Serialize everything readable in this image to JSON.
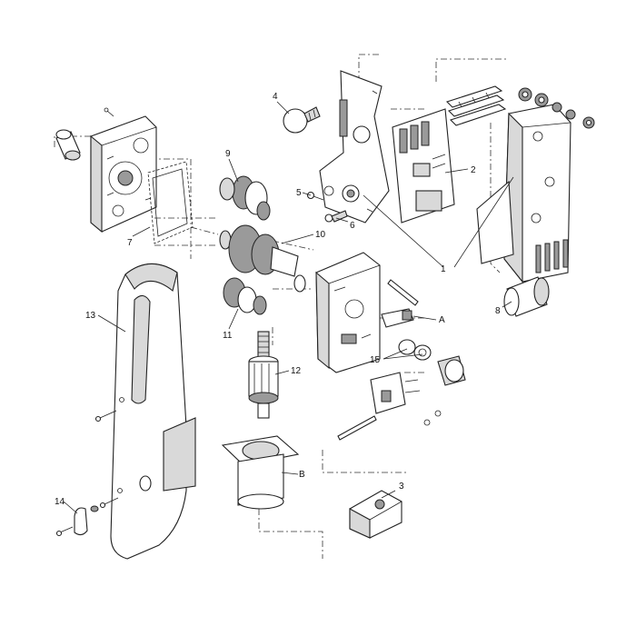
{
  "callouts": {
    "c1": "1",
    "c2": "2",
    "c3": "3",
    "c4": "4",
    "c5": "5",
    "c6": "6",
    "c7": "7",
    "c8": "8",
    "c9": "9",
    "c10": "10",
    "c11": "11",
    "c12": "12",
    "c13": "13",
    "c14": "14",
    "c15": "15",
    "cA": "A",
    "cB": "B"
  }
}
